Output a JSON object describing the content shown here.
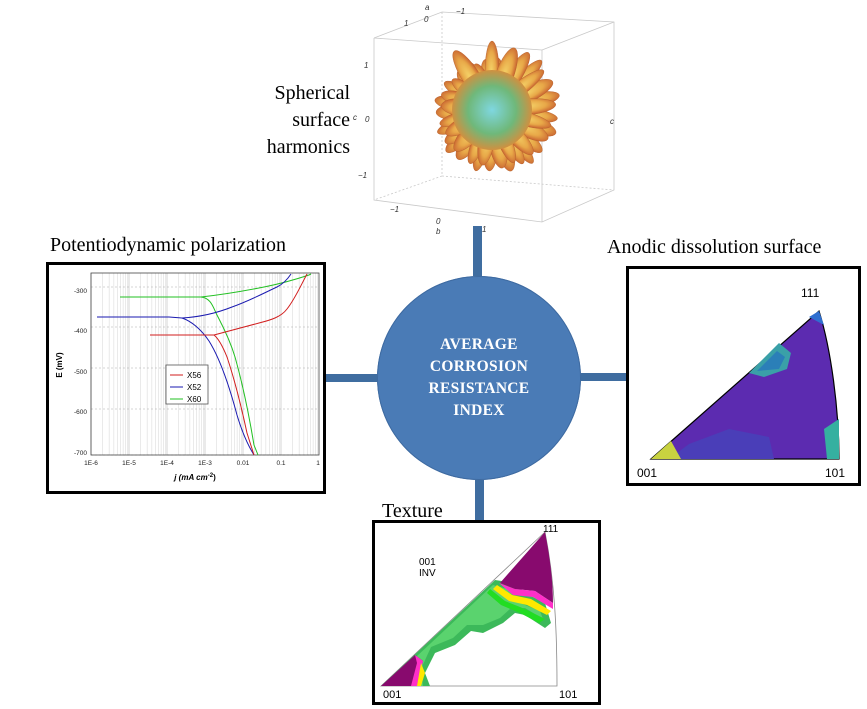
{
  "center": {
    "lines": [
      "AVERAGE",
      "CORROSION",
      "RESISTANCE",
      "INDEX"
    ],
    "color": "#4a7bb6"
  },
  "spherical": {
    "label_lines": [
      "Spherical",
      "surface",
      "harmonics"
    ],
    "box_labels": {
      "top_a": "a",
      "top_0": "0",
      "top_neg1": "−1",
      "top_1": "1",
      "left_1": "1",
      "left_0": "0",
      "left_neg1": "−1",
      "left_c": "c",
      "right_c": "c",
      "bot_neg1": "−1",
      "bot_0": "0",
      "bot_b": "b",
      "bot_1": "1"
    }
  },
  "polarization": {
    "title": "Potentiodynamic polarization",
    "ylabel": "E (mV)",
    "xlabel": "j (mA cm",
    "xlabel_sup": "-2",
    "xlabel_close": ")",
    "yticks": [
      "-300",
      "-400",
      "-500",
      "-600",
      "-700"
    ],
    "xticks": [
      "1E-6",
      "1E-5",
      "1E-4",
      "1E-3",
      "0.01",
      "0.1",
      "1"
    ],
    "legend": [
      {
        "name": "X56",
        "color": "#d21e1e"
      },
      {
        "name": "X52",
        "color": "#1a1ab0"
      },
      {
        "name": "X60",
        "color": "#22c022"
      }
    ]
  },
  "anodic": {
    "title": "Anodic dissolution surface",
    "corner_top": "111",
    "corner_left": "001",
    "corner_right": "101"
  },
  "texture": {
    "title": "Texture",
    "note_line1": "001",
    "note_line2": "INV",
    "corner_top": "111",
    "corner_left": "001",
    "corner_right": "101"
  }
}
